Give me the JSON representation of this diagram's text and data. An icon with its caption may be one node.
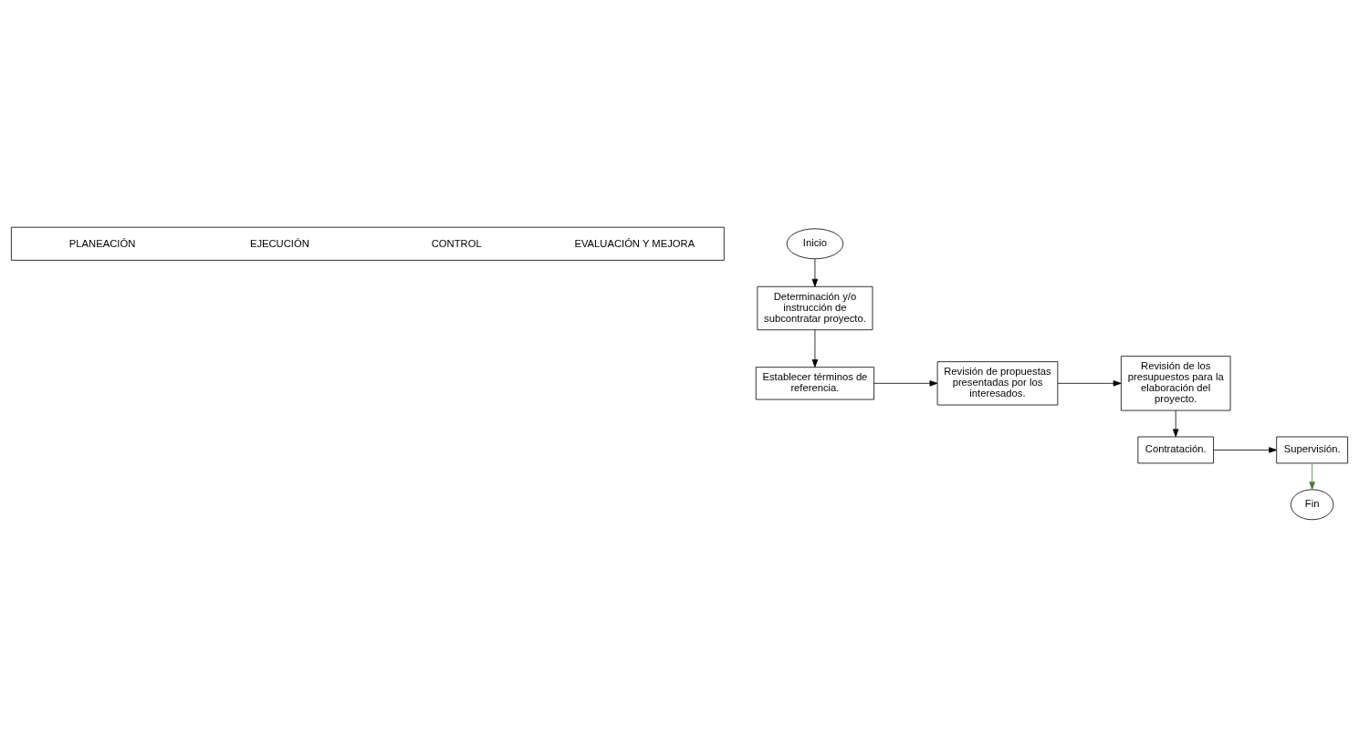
{
  "diagram": {
    "nodes": [
      {
        "text": [
          "PLANEACIÓN",
          "EJECUCIÓN",
          "CONTROL",
          "EVALUACIÓN Y MEJORA"
        ]
      },
      {
        "text": [
          "Inicio"
        ]
      },
      {
        "text": [
          "Determinación y/o instrucción de subcontratar proyecto."
        ]
      },
      {
        "text": [
          "Establecer términos de referencia."
        ]
      },
      {
        "text": [
          "Revisión de propuestas presentadas por los interesados."
        ]
      },
      {
        "text": [
          "Revisión de los presupuestos para la elaboración del proyecto."
        ]
      },
      {
        "text": [
          "Contratación."
        ]
      },
      {
        "text": [
          "Supervisión."
        ]
      },
      {
        "text": [
          "Fin"
        ]
      }
    ],
    "edges": [
      {
        "from": 1,
        "to": 2,
        "arrow": "to"
      },
      {
        "from": 2,
        "to": 3,
        "arrow": "to"
      },
      {
        "from": 3,
        "to": 4,
        "arrow": "to"
      },
      {
        "from": 4,
        "to": 5,
        "arrow": "to"
      },
      {
        "from": 5,
        "to": 6,
        "arrow": "to"
      },
      {
        "from": 6,
        "to": 7,
        "arrow": "to"
      },
      {
        "from": 7,
        "to": 8,
        "arrow": "to",
        "color": "#4a7a3a"
      }
    ]
  }
}
